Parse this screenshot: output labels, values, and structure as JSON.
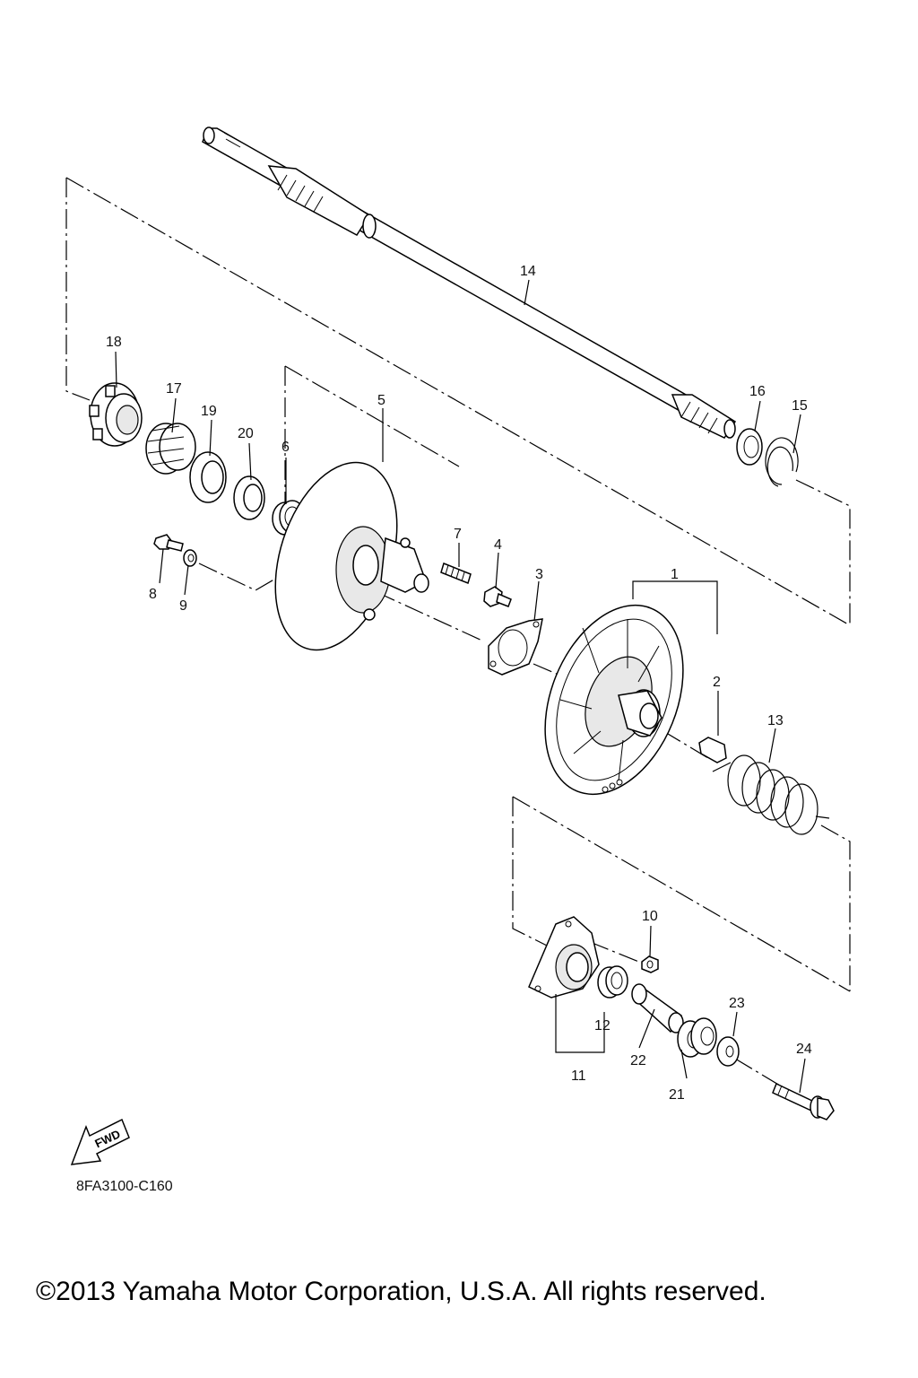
{
  "diagram": {
    "code": "8FA3100-C160",
    "copyright": "©2013 Yamaha Motor Corporation, U.S.A. All rights reserved.",
    "fwd_label": "FWD",
    "callouts": [
      "1",
      "2",
      "3",
      "4",
      "5",
      "6",
      "7",
      "8",
      "9",
      "10",
      "11",
      "12",
      "13",
      "14",
      "15",
      "16",
      "17",
      "18",
      "19",
      "20",
      "21",
      "22",
      "23",
      "24"
    ]
  }
}
